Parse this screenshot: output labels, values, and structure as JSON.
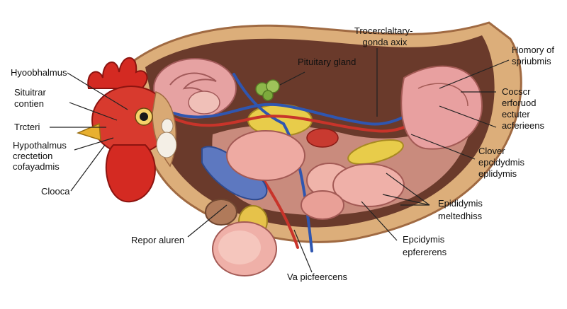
{
  "labels": {
    "title_axis": "Trocerclaltary-\ngonda axix",
    "pituitary": "Pituitary gland",
    "hyoobhalmus": "Hyoobhalmus",
    "situitrar": "Situitrar\ncontien",
    "trcteri": "Trcteri",
    "hypothalmus": "Hypothalmus\ncrectetion\ncofayadmis",
    "clooca": "Clooca",
    "repor": "Repor aluren",
    "homory": "Homory of\nspriubmis",
    "cocscr": "Cocscr\nerforuod\nectuter\nacferieens",
    "clover": "Clover\nepcidydmis\neplidymis",
    "epididymis1": "Epididymis\nmeltedhiss",
    "epcidymis2": "Epcidymis\nepfererens",
    "vapic": "Va picfeercens"
  },
  "colors": {
    "body_fill": "#d9a974",
    "body_outline": "#a8704a",
    "cavity": "#6e3b2c",
    "comb": "#d42a22",
    "vessel_blue": "#2f56b0",
    "vessel_red": "#c8342a",
    "organ_pink": "#eba8a2",
    "organ_yellow": "#e6c84a",
    "organ_green": "#8dbb4a"
  }
}
